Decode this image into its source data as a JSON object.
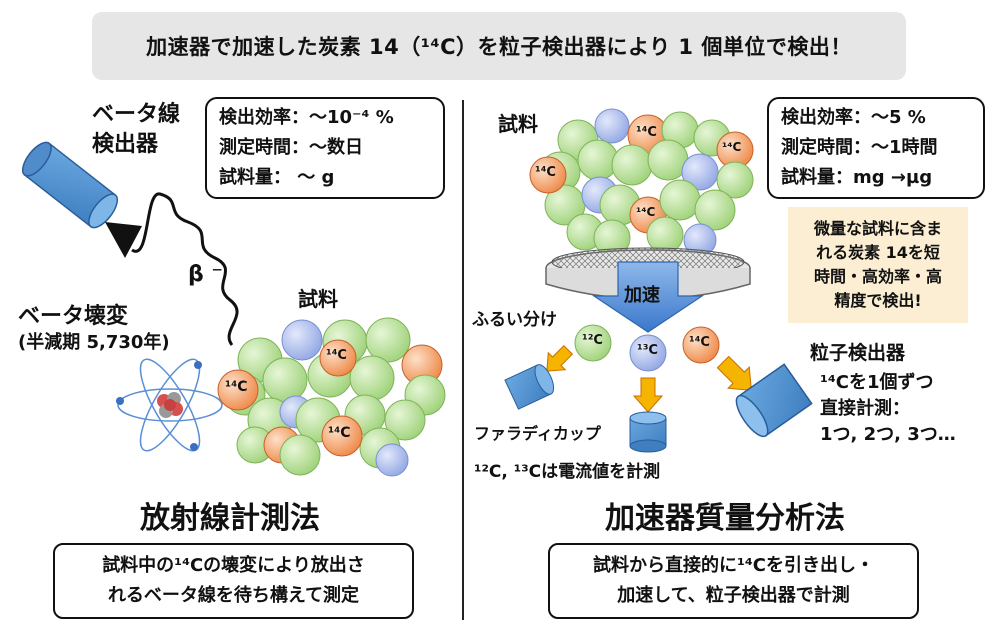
{
  "banner": "加速器で加速した炭素 14（¹⁴C）を粒子検出器により 1 個単位で検出！",
  "left": {
    "detector_label": [
      "ベータ線",
      "検出器"
    ],
    "info": [
      "検出効率：～10⁻⁴ %",
      "測定時間：～数日",
      "試料量：  ～ g"
    ],
    "beta_label": "β ⁻",
    "decay_label": "ベータ壊変",
    "half_life": "(半減期 5,730年)",
    "sample_label": "試料",
    "particle_label": "¹⁴C",
    "method_title": "放射線計測法",
    "description": [
      "試料中の¹⁴Cの壊変により放出さ",
      "れるベータ線を待ち構えて測定"
    ]
  },
  "right": {
    "sample_label": "試料",
    "info": [
      "検出効率：～5 %",
      "測定時間：～1時間",
      "試料量：mg →µg"
    ],
    "note": [
      "微量な試料に含ま",
      "れる炭素 14を短",
      "時間・高効率・高",
      "精度で検出!"
    ],
    "accelerate_label": "加速",
    "sieve_label": "ふるい分け",
    "c12": "¹²C",
    "c13": "¹³C",
    "c14": "¹⁴C",
    "detector_label": "粒子検出器",
    "direct_text": [
      "¹⁴Cを1個ずつ",
      "直接計測：",
      "1つ, 2つ, 3つ…"
    ],
    "faraday_label": "ファラディカップ",
    "current_label": "¹²C, ¹³Cは電流値を計測",
    "method_title": "加速器質量分析法",
    "description": [
      "試料から直接的に¹⁴Cを引き出し・",
      "加速して、粒子検出器で計測"
    ]
  },
  "colors": {
    "banner_bg": "#e6e6e6",
    "green_atom": "#b3de8e",
    "orange_atom": "#f4a46b",
    "blue_atom": "#a7b9ea",
    "detector_blue": "#5b9bd5",
    "arrow_orange": "#f5b400",
    "note_bg": "#fbeed3"
  },
  "icons": [
    "beta-detector-icon",
    "atom-icon",
    "sieve-icon",
    "faraday-cup-icon",
    "particle-detector-icon"
  ]
}
